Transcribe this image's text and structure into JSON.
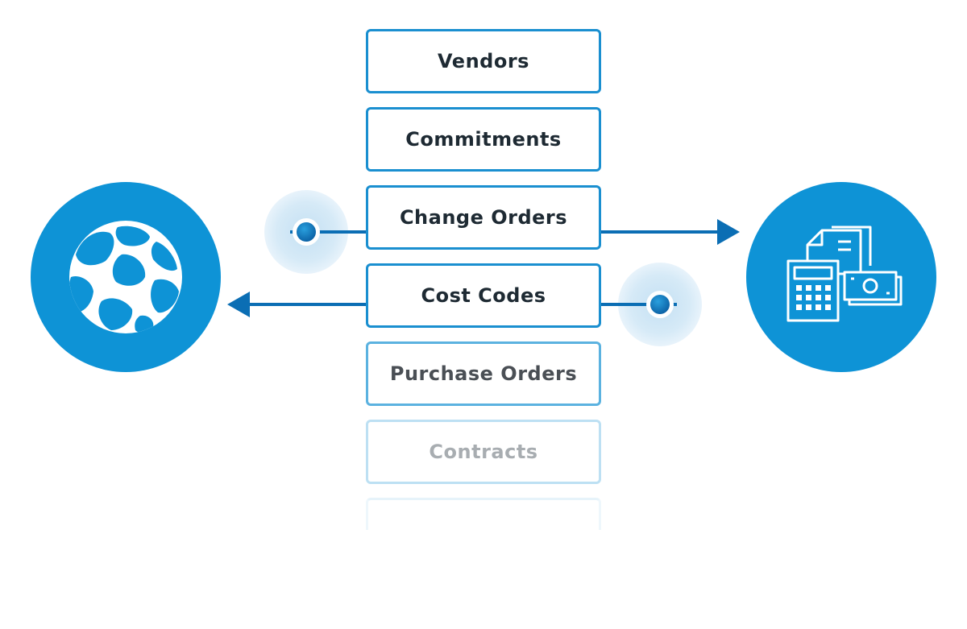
{
  "labels": {
    "vendors": "Vendors",
    "commitments": "Commitments",
    "change_orders": "Change Orders",
    "cost_codes": "Cost Codes",
    "purchase_orders": "Purchase Orders",
    "contracts": "Contracts"
  },
  "colors": {
    "primary_blue": "#1a8fd0",
    "dark_blue": "#0b6eb4",
    "faded_blue": "#bde0f3",
    "halo": "#d8ebf7",
    "text": "#1e2a33"
  },
  "icons": {
    "left": "globe-network-icon",
    "right": "accounting-calculator-icon"
  }
}
